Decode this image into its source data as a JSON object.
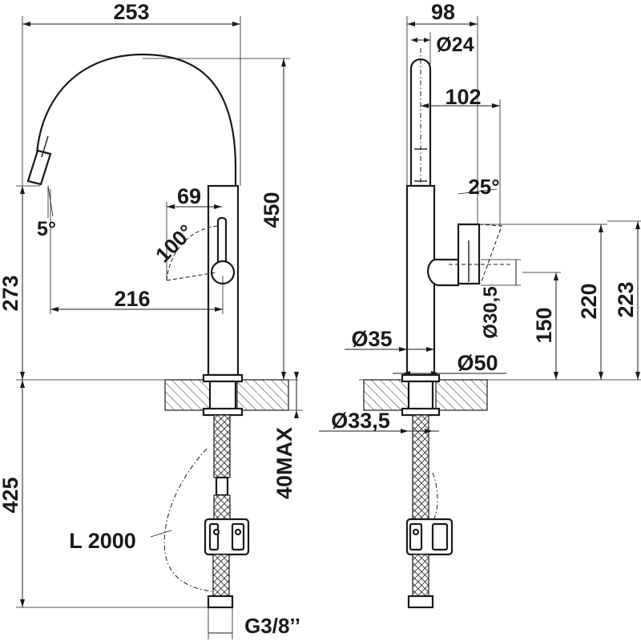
{
  "diagram": {
    "front_view": {
      "width_total": "253",
      "height_total": "450",
      "spout_height": "273",
      "reach": "216",
      "handle_offset": "69",
      "spout_tilt": "5°",
      "lever_angle": "100°",
      "below_deck": "425",
      "deck_thickness_max": "40MAX",
      "hose_length": "L 2000",
      "connection_thread": "G3/8’’"
    },
    "side_view": {
      "depth_total": "98",
      "spray_head_diameter": "Ø24",
      "handle_projection": "102",
      "lever_angle": "25°",
      "lever_diameter": "Ø30,5",
      "lever_height": "150",
      "lever_top_height": "220",
      "overall_lever_height": "223",
      "body_diameter": "Ø35",
      "base_diameter": "Ø50",
      "shank_diameter": "Ø33,5"
    }
  }
}
